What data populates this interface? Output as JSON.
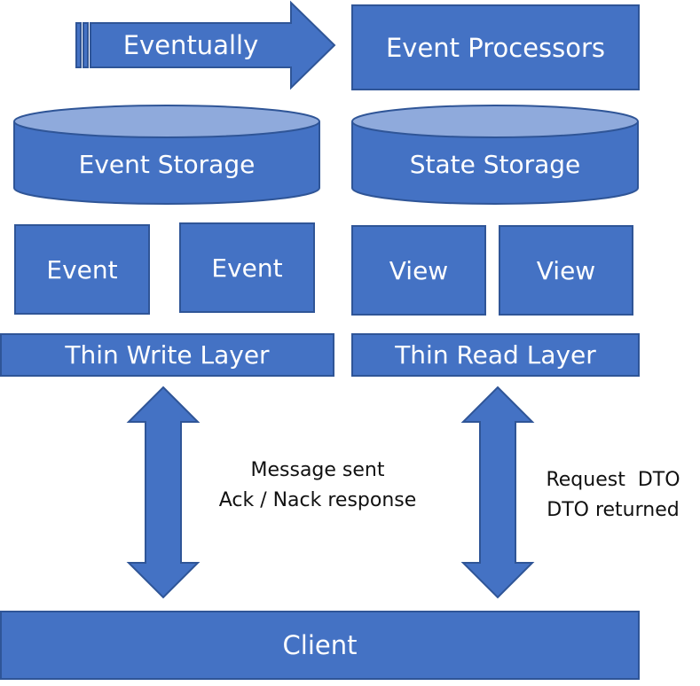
{
  "diagram": {
    "colors": {
      "fill": "#4472C4",
      "stroke": "#2F5597",
      "text": "#FFFFFF",
      "caption_text": "#111111"
    },
    "eventually_arrow": {
      "label": "Eventually",
      "icon": "striped-right-arrow"
    },
    "event_processors": {
      "label": "Event Processors"
    },
    "event_storage": {
      "label": "Event Storage",
      "icon": "cylinder"
    },
    "state_storage": {
      "label": "State Storage",
      "icon": "cylinder"
    },
    "write_side": {
      "events": [
        {
          "label": "Event"
        },
        {
          "label": "Event"
        }
      ],
      "layer": {
        "label": "Thin Write Layer"
      }
    },
    "read_side": {
      "views": [
        {
          "label": "View"
        },
        {
          "label": "View"
        }
      ],
      "layer": {
        "label": "Thin Read Layer"
      }
    },
    "write_link": {
      "line1": "Message sent",
      "line2": "Ack / Nack response",
      "icon": "up-down-arrow"
    },
    "read_link": {
      "line1": "Request  DTO",
      "line2": "DTO returned",
      "icon": "up-down-arrow"
    },
    "client": {
      "label": "Client"
    }
  }
}
